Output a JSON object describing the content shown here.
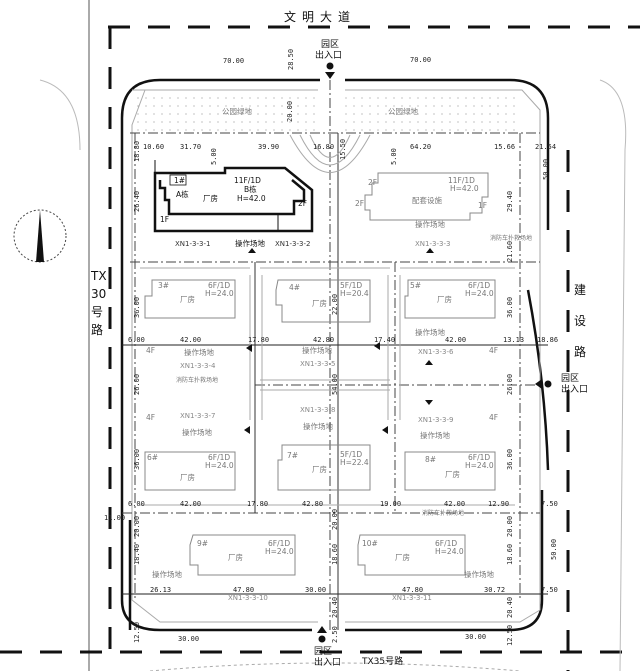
{
  "roads": {
    "top": "文明大道",
    "left": [
      "TX",
      "30",
      "号",
      "路"
    ],
    "right": [
      "建",
      "设",
      "路"
    ],
    "bottom": "TX35号路"
  },
  "entrance_label": [
    "园区",
    "出入口"
  ],
  "green_label": "公园绿地",
  "buildings": {
    "b1": {
      "no": "1#",
      "name": "A栋",
      "use": "厂房",
      "floors": "11F/1D",
      "sub": "B栋",
      "height": "H=42.0",
      "f2": "2F",
      "f1": "1F"
    },
    "support": {
      "floors": "11F/1D",
      "height": "H=42.0",
      "use": "配套设施",
      "f2": "2F",
      "f2b": "2F",
      "f1": "1F"
    },
    "b3": {
      "no": "3#",
      "floors": "6F/1D",
      "height": "H=24.0",
      "use": "厂房"
    },
    "b4": {
      "no": "4#",
      "floors": "5F/1D",
      "height": "H=20.4",
      "use": "厂房"
    },
    "b5": {
      "no": "5#",
      "floors": "6F/1D",
      "height": "H=24.0",
      "use": "厂房"
    },
    "b6": {
      "no": "6#",
      "floors": "6F/1D",
      "height": "H=24.0",
      "use": "厂房"
    },
    "b7": {
      "no": "7#",
      "floors": "5F/1D",
      "height": "H=22.4",
      "use": "厂房"
    },
    "b8": {
      "no": "8#",
      "floors": "6F/1D",
      "height": "H=24.0",
      "use": "厂房"
    },
    "b9": {
      "no": "9#",
      "floors": "6F/1D",
      "height": "H=24.0",
      "use": "厂房"
    },
    "b10": {
      "no": "10#",
      "floors": "6F/1D",
      "height": "H=24.0",
      "use": "厂房"
    }
  },
  "work_area": "操作场地",
  "fire_lane": "消防车扑救场地",
  "plots": [
    "XN1-3-3-1",
    "XN1-3-3-2",
    "XN1-3-3-3",
    "XN1-3-3-4",
    "XN1-3-3-5",
    "XN1-3-3-6",
    "XN1-3-3-7",
    "XN1-3-3-8",
    "XN1-3-3-9",
    "XN1-3-3-10",
    "XN1-3-3-11"
  ],
  "floor_tags": [
    "4F",
    "4F",
    "4F",
    "4F"
  ],
  "dims": [
    "70.00",
    "28.50",
    "70.00",
    "20.00",
    "10.60",
    "31.70",
    "39.90",
    "16.80",
    "15.50",
    "5.00",
    "5.00",
    "64.20",
    "15.66",
    "21.54",
    "18.80",
    "26.40",
    "29.40",
    "21.60",
    "50.00",
    "36.00",
    "22.00",
    "36.00",
    "6.00",
    "42.00",
    "17.80",
    "42.80",
    "17.40",
    "42.00",
    "13.13",
    "18.86",
    "26.00",
    "54.00",
    "26.00",
    "36.00",
    "36.00",
    "6.00",
    "42.00",
    "17.80",
    "42.80",
    "19.00",
    "42.00",
    "12.90",
    "7.50",
    "20.00",
    "20.00",
    "20.00",
    "18.40",
    "18.60",
    "18.60",
    "50.00",
    "26.13",
    "47.80",
    "30.00",
    "47.80",
    "30.72",
    "7.50",
    "20.40",
    "20.40",
    "30.00",
    "30.00",
    "12.50",
    "12.50",
    "2.50",
    "11.00"
  ]
}
